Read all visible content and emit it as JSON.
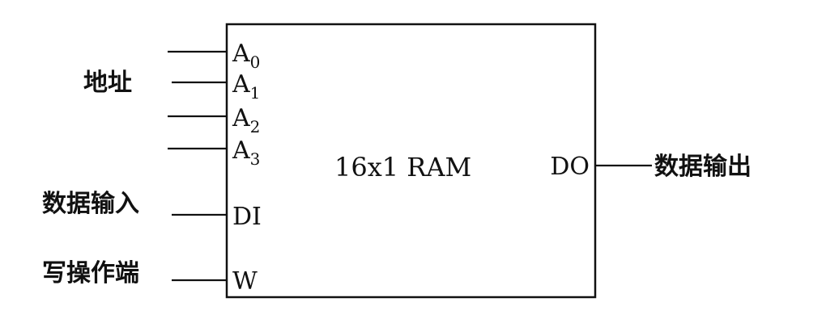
{
  "chip": {
    "title": "16x1 RAM"
  },
  "pins": {
    "address": [
      {
        "letter": "A",
        "sub": "0"
      },
      {
        "letter": "A",
        "sub": "1"
      },
      {
        "letter": "A",
        "sub": "2"
      },
      {
        "letter": "A",
        "sub": "3"
      }
    ],
    "data_in": "DI",
    "write": "W",
    "data_out": "DO"
  },
  "labels": {
    "address": "地址",
    "data_in": "数据输入",
    "write": "写操作端",
    "data_out": "数据输出"
  }
}
